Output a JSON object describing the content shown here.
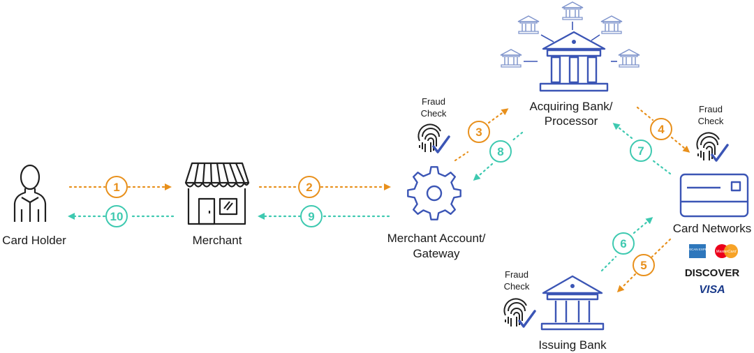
{
  "nodes": {
    "card_holder": "Card Holder",
    "merchant": "Merchant",
    "gateway_line1": "Merchant Account/",
    "gateway_line2": "Gateway",
    "acquirer_line1": "Acquiring Bank/",
    "acquirer_line2": "Processor",
    "card_networks": "Card Networks",
    "issuing_bank": "Issuing Bank"
  },
  "fraud_check": {
    "line1": "Fraud",
    "line2": "Check"
  },
  "steps": [
    "1",
    "2",
    "3",
    "4",
    "5",
    "6",
    "7",
    "8",
    "9",
    "10"
  ],
  "networks": {
    "amex": "AMERICAN EXPRESS",
    "mastercard": "MasterCard",
    "discover": "DISCOVER",
    "visa": "VISA"
  },
  "colors": {
    "request": "#e8901c",
    "response": "#3ec9b0",
    "icon_dark": "#1f1f1f",
    "icon_blue": "#3b55b5",
    "icon_light": "#8095cc"
  }
}
